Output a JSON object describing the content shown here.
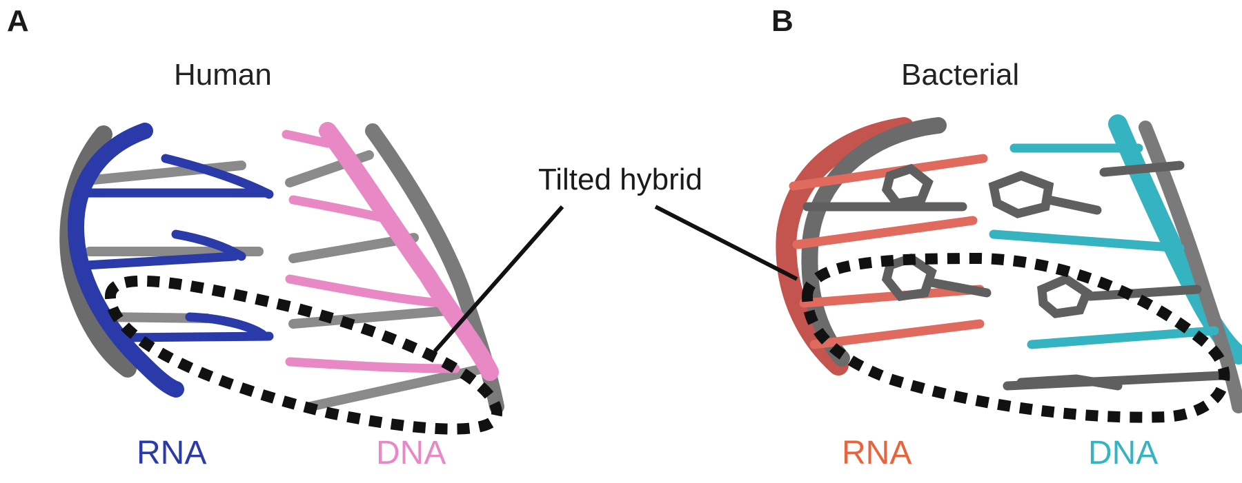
{
  "panels": {
    "a": {
      "letter": "A",
      "title": "Human",
      "rna_label": "RNA",
      "dna_label": "DNA",
      "rna_color": "#2a3aa8",
      "dna_color": "#e889c6"
    },
    "b": {
      "letter": "B",
      "title": "Bacterial",
      "rna_label": "RNA",
      "dna_label": "DNA",
      "rna_color": "#e8643c",
      "dna_color": "#35b3c0"
    }
  },
  "annotation": {
    "text": "Tilted hybrid"
  },
  "colors": {
    "reference_strand": "#6b6b6b",
    "callout": "#111111"
  }
}
